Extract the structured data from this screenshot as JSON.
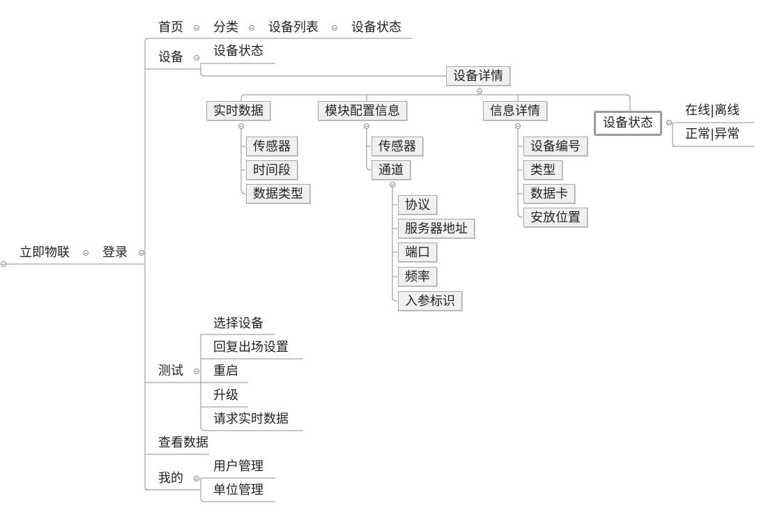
{
  "root": {
    "label": "立即物联"
  },
  "login": {
    "label": "登录"
  },
  "branch_home": {
    "items": [
      "首页",
      "分类",
      "设备列表",
      "设备状态"
    ]
  },
  "branch_device": {
    "label": "设备",
    "status": "设备状态",
    "detail": "设备详情",
    "realtime": {
      "label": "实时数据",
      "children": [
        "传感器",
        "时间段",
        "数据类型"
      ]
    },
    "module": {
      "label": "模块配置信息",
      "sensor": "传感器",
      "channel": "通道",
      "channel_children": [
        "协议",
        "服务器地址",
        "端口",
        "频率",
        "入参标识"
      ]
    },
    "info": {
      "label": "信息详情",
      "children": [
        "设备编号",
        "类型",
        "数据卡",
        "安放位置"
      ]
    },
    "state": {
      "label": "设备状态",
      "children": [
        "在线|离线",
        "正常|异常"
      ]
    }
  },
  "branch_test": {
    "label": "测试",
    "children": [
      "选择设备",
      "回复出场设置",
      "重启",
      "升级",
      "请求实时数据"
    ]
  },
  "branch_view": {
    "label": "查看数据"
  },
  "branch_mine": {
    "label": "我的",
    "children": [
      "用户管理",
      "单位管理"
    ]
  }
}
